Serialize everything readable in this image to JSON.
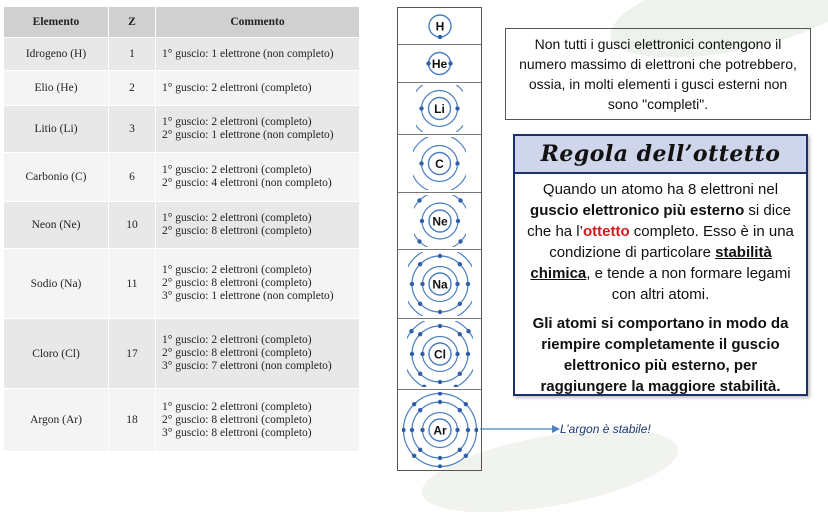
{
  "table": {
    "headers": [
      "Elemento",
      "Z",
      "Commento"
    ],
    "rows": [
      {
        "element": "Idrogeno (H)",
        "z": "1",
        "lines": [
          "1° guscio: 1 elettrone (non completo)"
        ]
      },
      {
        "element": "Elio (He)",
        "z": "2",
        "lines": [
          "1° guscio: 2 elettroni (completo)"
        ]
      },
      {
        "element": "Litio (Li)",
        "z": "3",
        "lines": [
          "1° guscio: 2 elettroni (completo)",
          "2° guscio: 1 elettrone (non completo)"
        ]
      },
      {
        "element": "Carbonio (C)",
        "z": "6",
        "lines": [
          "1° guscio: 2 elettroni (completo)",
          "2° guscio: 4 elettroni (non completo)"
        ]
      },
      {
        "element": "Neon (Ne)",
        "z": "10",
        "lines": [
          "1° guscio: 2 elettroni (completo)",
          "2° guscio: 8 elettroni (completo)"
        ]
      },
      {
        "element": "Sodio (Na)",
        "z": "11",
        "lines": [
          "1° guscio: 2 elettroni (completo)",
          "2° guscio: 8 elettroni (completo)",
          "3° guscio: 1 elettrone (non completo)"
        ]
      },
      {
        "element": "Cloro (Cl)",
        "z": "17",
        "lines": [
          "1° guscio: 2 elettroni (completo)",
          "2° guscio: 8 elettroni (completo)",
          "3° guscio: 7 elettroni (non completo)"
        ]
      },
      {
        "element": "Argon (Ar)",
        "z": "18",
        "lines": [
          "1° guscio: 2 elettroni (completo)",
          "2° guscio: 8 elettroni (completo)",
          "3° guscio: 8 elettroni (completo)"
        ]
      }
    ]
  },
  "atoms": [
    {
      "symbol": "H",
      "shells": [
        1
      ]
    },
    {
      "symbol": "He",
      "shells": [
        2
      ]
    },
    {
      "symbol": "Li",
      "shells": [
        2,
        1
      ]
    },
    {
      "symbol": "C",
      "shells": [
        2,
        4
      ]
    },
    {
      "symbol": "Ne",
      "shells": [
        2,
        8
      ]
    },
    {
      "symbol": "Na",
      "shells": [
        2,
        8,
        1
      ]
    },
    {
      "symbol": "Cl",
      "shells": [
        2,
        8,
        7
      ]
    },
    {
      "symbol": "Ar",
      "shells": [
        2,
        8,
        8
      ]
    }
  ],
  "argon_note": "L’argon è stabile!",
  "note_text": "Non tutti i gusci elettronici contengono il numero massimo di elettroni che potrebbero, ossia, in molti elementi i gusci esterni non sono \"completi\".",
  "rule": {
    "title": "Regola dell’ottetto",
    "p1_a": "Quando un atomo ha 8 elettroni nel ",
    "p1_b": "guscio elettronico più esterno",
    "p1_c": " si dice che ha l’",
    "p1_d": "ottetto",
    "p1_e": " completo. Esso è in una condizione di particolare ",
    "p1_f": "stabilità chimica",
    "p1_g": ", e tende a non formare legami con altri atomi.",
    "p2": "Gli atomi si comportano in modo da riempire completamente il guscio elettronico più esterno, per raggiungere la maggiore stabilità."
  },
  "colors": {
    "shell": "#4a7fc1",
    "electron": "#2f5fa8",
    "title_bg": "#cfd6ec",
    "red": "#d61a1a"
  }
}
